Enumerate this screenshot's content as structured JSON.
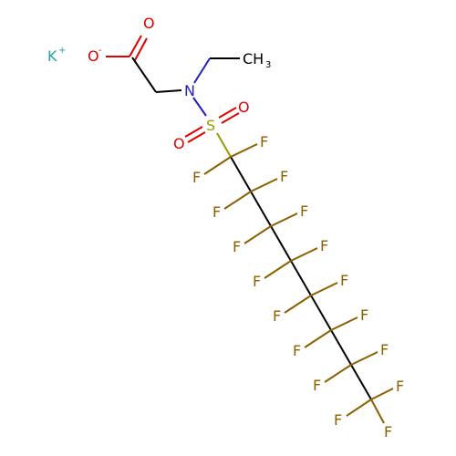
{
  "colors": {
    "carbon": "#000000",
    "oxygen": "#e00000",
    "nitrogen": "#2020c0",
    "sulfur": "#9a9a00",
    "fluorine": "#8a6000",
    "potassium": "#2aa0a0"
  },
  "labels": {
    "potassium": "K",
    "potassium_charge": "+",
    "carbonyl_oxygen": "O",
    "carboxylate_oxygen": "O",
    "carboxylate_charge": "-",
    "nitrogen": "N",
    "methyl": "CH",
    "methyl_subscript": "3",
    "sulfur": "S",
    "sulfonyl_oxygen_right": "O",
    "sulfonyl_oxygen_left": "O",
    "fluorine": "F"
  }
}
